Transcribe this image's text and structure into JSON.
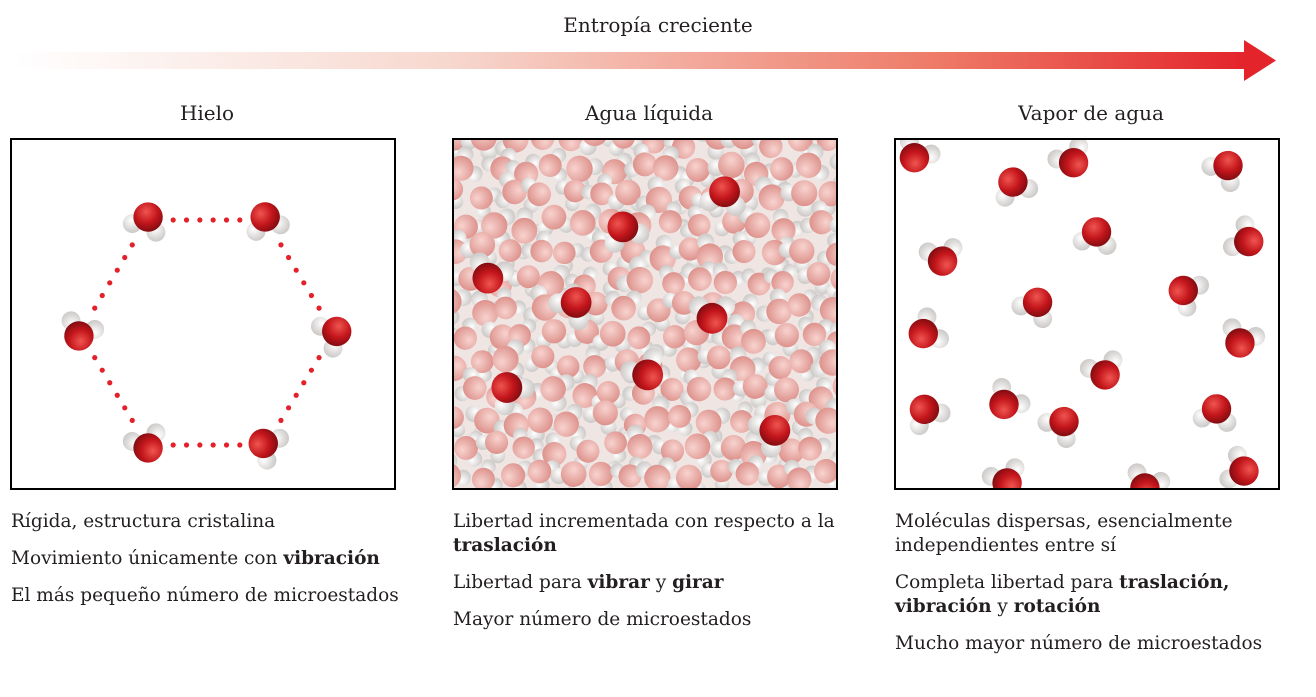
{
  "arrow": {
    "label": "Entropía creciente"
  },
  "panels": [
    {
      "title": "Hielo",
      "lines": [
        [
          {
            "t": "Rígida, estructura cristalina",
            "b": false
          }
        ],
        [
          {
            "t": "Movimiento únicamente con ",
            "b": false
          },
          {
            "t": "vibración",
            "b": true
          }
        ],
        [
          {
            "t": "El más pequeño número de microestados",
            "b": false
          }
        ]
      ]
    },
    {
      "title": "Agua líquida",
      "lines": [
        [
          {
            "t": "Libertad incrementada con respecto a la ",
            "b": false
          },
          {
            "t": "traslación",
            "b": true
          }
        ],
        [
          {
            "t": "Libertad para ",
            "b": false
          },
          {
            "t": "vibrar",
            "b": true
          },
          {
            "t": " y ",
            "b": false
          },
          {
            "t": "girar",
            "b": true
          }
        ],
        [
          {
            "t": "Mayor número de microestados",
            "b": false
          }
        ]
      ]
    },
    {
      "title": "Vapor de agua",
      "lines": [
        [
          {
            "t": "Moléculas dispersas, esencialmente independientes entre sí",
            "b": false
          }
        ],
        [
          {
            "t": "Completa libertad para ",
            "b": false
          },
          {
            "t": "traslación, vibración",
            "b": true
          },
          {
            "t": " y ",
            "b": false
          },
          {
            "t": "rotación",
            "b": true
          }
        ],
        [
          {
            "t": "Mucho mayor número de microestados",
            "b": false
          }
        ]
      ]
    }
  ],
  "colors": {
    "molecule_red": "#c4161c",
    "arrow_red": "#e3242b",
    "bond_dots": "#e4202a",
    "faded_molecule": "#e9a09b"
  }
}
